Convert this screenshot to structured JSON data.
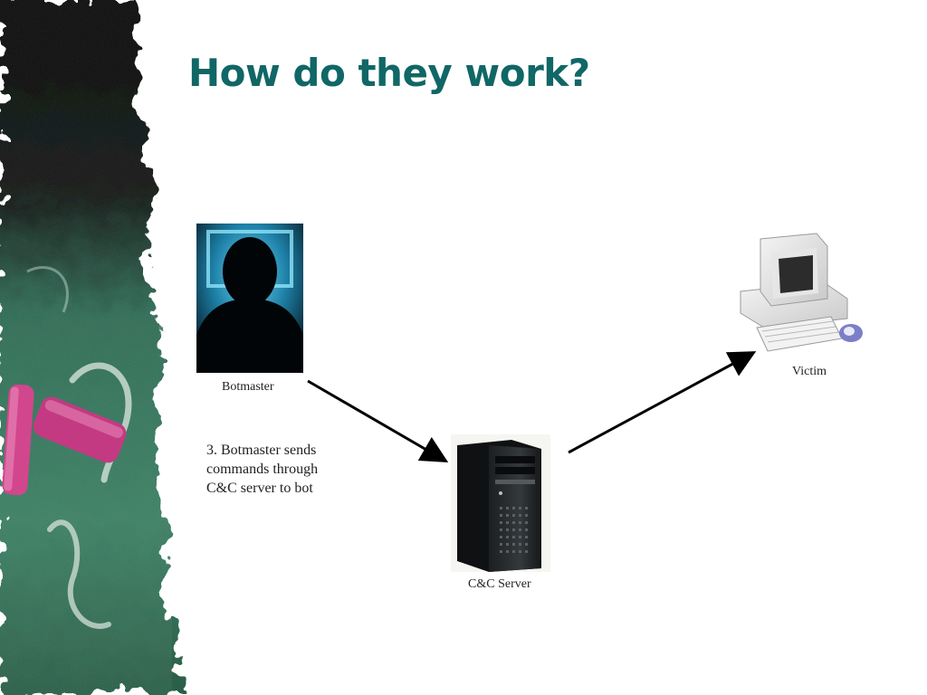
{
  "slide": {
    "title": "How do they work?",
    "botmaster_label": "Botmaster",
    "victim_label": "Victim",
    "server_label": "C&C Server",
    "step_lines": [
      "3. Botmaster sends",
      "commands through",
      "C&C server to bot"
    ]
  },
  "colors": {
    "title": "#106766",
    "chalkboard": "#2e6a52",
    "chalk_pink": "#d2468e",
    "arrow": "#000000"
  },
  "icons": [
    "chalkboard-decoration",
    "botmaster-silhouette-icon",
    "cc-server-tower-icon",
    "victim-computer-icon"
  ]
}
